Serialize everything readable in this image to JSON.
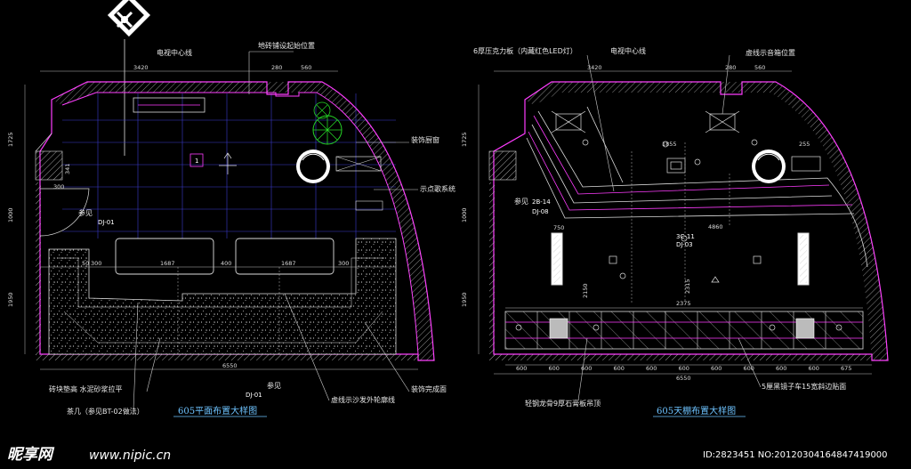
{
  "left_plan": {
    "title": "605平面布置大样图",
    "labels": {
      "tv_center": "电视中心线",
      "floor_start": "地砖铺设起始位置",
      "deco_window": "装饰厨窗",
      "display_system": "示点歌系统",
      "see": "参见",
      "brick_pad": "砖块垫高 水泥砂浆拉平",
      "tea_table": "茶几（参见BT-02做法）",
      "sofa_outline": "虚线示沙发外轮廓线",
      "decor_finish": "装饰完成面"
    },
    "tags": {
      "ref1": "DJ-01",
      "ref2": "DJ-01",
      "room_no": "1"
    },
    "dims": {
      "top_a": "3420",
      "top_b": "280",
      "top_c": "560",
      "left_a": "1725",
      "left_b": "1000",
      "left_c": "1950",
      "inner_a": "300",
      "inner_b": "1687",
      "inner_c": "400",
      "inner_d": "1687",
      "inner_e": "300",
      "inner_f": "50",
      "inner_g": "300",
      "inner_h": "341",
      "bottom": "6550"
    }
  },
  "right_plan": {
    "title": "605天棚布置大样图",
    "labels": {
      "acrylic": "6厚压克力板（内藏红色LED灯）",
      "tv_center": "电视中心线",
      "speaker_pos": "虚线示音箱位置",
      "see": "参见",
      "ceiling_grid": "轻钢龙骨9厚石膏板吊顶",
      "mirror_strip": "5厘黑镜子车15宽斜边贴面"
    },
    "tags": {
      "ref1": "2B-14",
      "ref2": "DJ-08",
      "ref3": "3C-11",
      "ref4": "DJ-03"
    },
    "dims": {
      "top_a": "3420",
      "top_b": "280",
      "top_c": "560",
      "d_a": "1855",
      "d_b": "4860",
      "d_c": "2375",
      "d_d": "2315",
      "d_e": "2150",
      "d_f": "255",
      "d_g": "750",
      "left_a": "1725",
      "left_b": "1000",
      "left_c": "1950",
      "strip": [
        "600",
        "600",
        "600",
        "600",
        "600",
        "600",
        "600",
        "600",
        "600",
        "600",
        "675"
      ],
      "bottom": "6550"
    }
  },
  "watermark": {
    "logo": "昵享网",
    "site": "www.nipic.cn"
  },
  "image_id": "ID:2823451 NO:20120304164847419000"
}
